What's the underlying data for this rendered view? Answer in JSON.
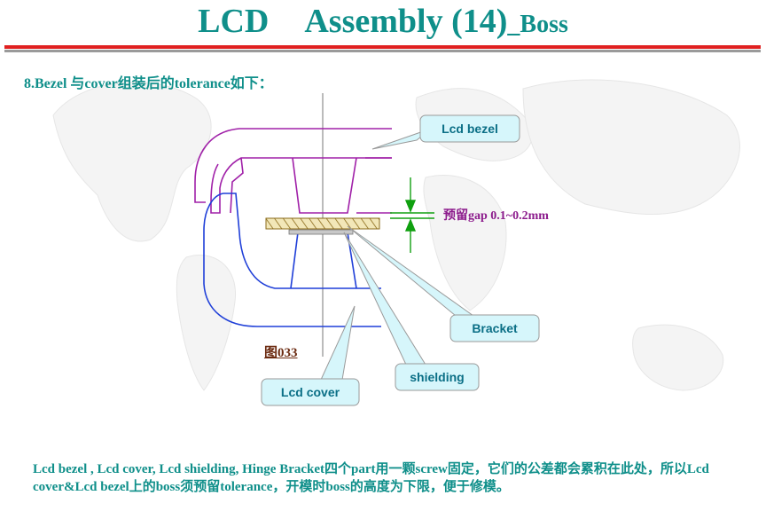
{
  "title": {
    "main_left": "LCD",
    "main_right": "Assembly (14)",
    "suffix": "_Boss"
  },
  "section_heading": "8.Bezel 与cover组装后的tolerance如下：",
  "callouts": {
    "lcd_bezel": "Lcd bezel",
    "bracket": "Bracket",
    "shielding": "shielding",
    "lcd_cover": "Lcd cover"
  },
  "gap_label": "预留gap 0.1~0.2mm",
  "figure_label": "图033",
  "note": "Lcd bezel , Lcd cover, Lcd shielding, Hinge Bracket四个part用一颗screw固定，它们的公差都会累积在此处，所以Lcd cover&Lcd bezel上的boss须预留tolerance，开模时boss的高度为下限，便于修模。",
  "colors": {
    "accent_teal": "#0f8f8a",
    "title_rule": "#e02020",
    "bezel": "#a020a8",
    "cover": "#1f3fd8",
    "bracket": "#b08a2a",
    "gap_arrow": "#10a010",
    "callout_fill": "#d6f6fb",
    "callout_text": "#0b6f86"
  }
}
